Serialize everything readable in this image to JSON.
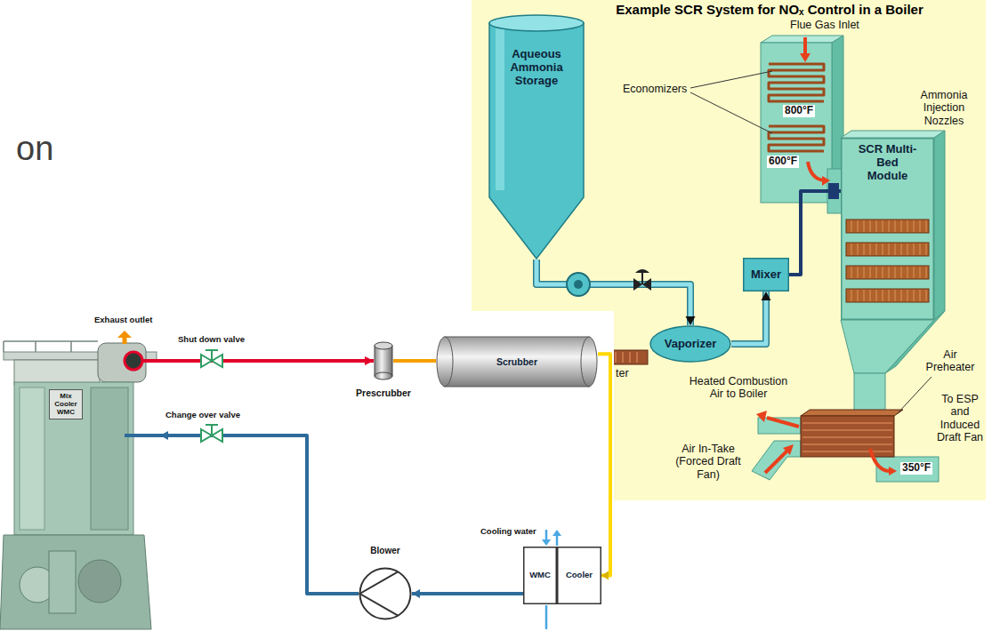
{
  "diagram": {
    "title": "Example SCR System for NOₓ Control in a Boiler",
    "nodes": [
      {
        "text": [
          "Aqueous Ammonia Storage"
        ]
      },
      {
        "text": [
          "Mixer"
        ]
      },
      {
        "text": [
          "SCR Multi-Bed Module"
        ]
      },
      {
        "text": [
          "Vaporizer"
        ]
      },
      {
        "text": [
          "Mix Cooler WMC"
        ]
      },
      {
        "text": [
          "Prescrubber"
        ]
      },
      {
        "text": [
          "Scrubber"
        ]
      },
      {
        "text": [
          "Blower"
        ]
      },
      {
        "text": [
          "WMC"
        ]
      },
      {
        "text": [
          "Cooler"
        ]
      }
    ],
    "edges": [
      {
        "from": 0,
        "to": 3,
        "arrow": "to"
      },
      {
        "from": 3,
        "to": 1,
        "arrow": "to"
      },
      {
        "from": 1,
        "to": 2,
        "arrow": "to"
      },
      {
        "from": 4,
        "to": 5,
        "arrow": "to"
      },
      {
        "from": 5,
        "to": 6,
        "arrow": "none"
      },
      {
        "from": 6,
        "to": 9,
        "arrow": "to"
      },
      {
        "from": 8,
        "to": 7,
        "arrow": "to"
      },
      {
        "from": 7,
        "to": 4,
        "arrow": "to"
      }
    ],
    "labels": [
      "on",
      "Flue Gas Inlet",
      "Economizers",
      "800°F",
      "600°F",
      "Ammonia Injection Nozzles",
      "ter",
      "Air Preheater",
      "Heated Combustion Air to Boiler",
      "To ESP and Induced Draft Fan",
      "Air In-Take (Forced Draft Fan)",
      "350°F",
      "Exhaust outlet",
      "Shut down valve",
      "Change over valve",
      "Cooling water"
    ]
  }
}
